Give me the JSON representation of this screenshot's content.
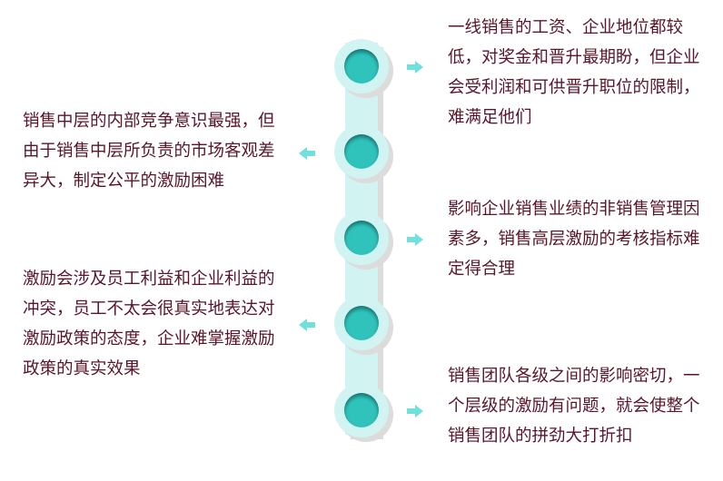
{
  "colors": {
    "accent": "#2fc3bc",
    "bar": "#d1f4f3",
    "arrow": "#6fe0dc",
    "text": "#5a1628"
  },
  "items": [
    {
      "side": "right",
      "text": "一线销售的工资、企业地位都较低，对奖金和晋升最期盼，但企业会受利润和可供晋升职位的限制，难满足他们"
    },
    {
      "side": "left",
      "text": "销售中层的内部竞争意识最强，但由于销售中层所负责的市场客观差异大，制定公平的激励困难"
    },
    {
      "side": "right",
      "text": "影响企业销售业绩的非销售管理因素多，销售高层激励的考核指标难定得合理"
    },
    {
      "side": "left",
      "text": "激励会涉及员工利益和企业利益的冲突，员工不太会很真实地表达对激励政策的态度，企业难掌握激励政策的真实效果"
    },
    {
      "side": "right",
      "text": "销售团队各级之间的影响密切，一个层级的激励有问题，就会使整个销售团队的拼劲大打折扣"
    }
  ]
}
